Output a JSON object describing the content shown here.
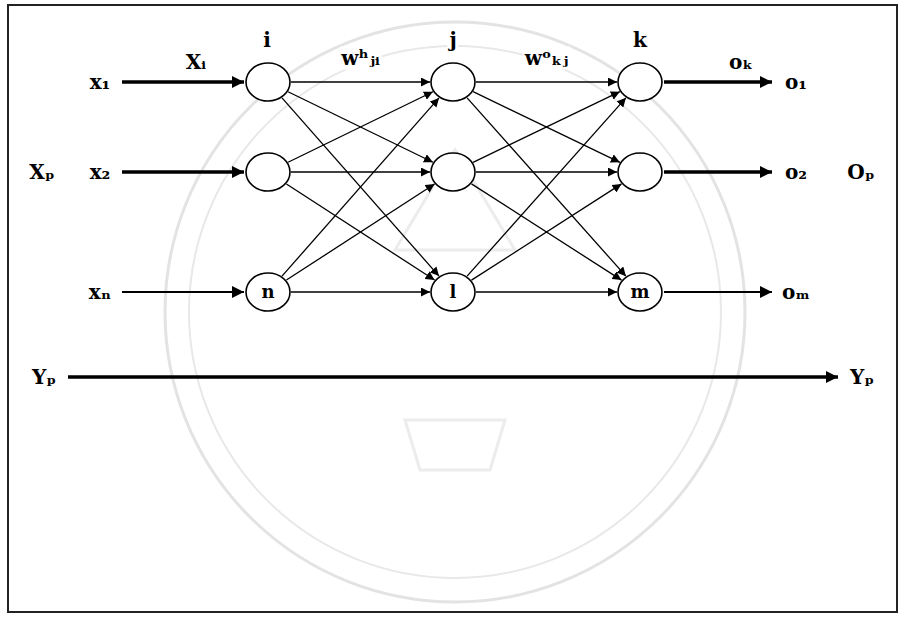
{
  "diagram": {
    "nodes": [
      {
        "text": []
      },
      {
        "text": []
      },
      {
        "text": [
          "n"
        ]
      },
      {
        "text": []
      },
      {
        "text": []
      },
      {
        "text": [
          "l"
        ]
      },
      {
        "text": []
      },
      {
        "text": []
      },
      {
        "text": [
          "m"
        ]
      }
    ],
    "edges": [
      {
        "from": 0,
        "to": 3,
        "arrow": "to",
        "label": "wʰⱼᵢ"
      },
      {
        "from": 0,
        "to": 4,
        "arrow": "to"
      },
      {
        "from": 0,
        "to": 5,
        "arrow": "to"
      },
      {
        "from": 1,
        "to": 3,
        "arrow": "to"
      },
      {
        "from": 1,
        "to": 4,
        "arrow": "to"
      },
      {
        "from": 1,
        "to": 5,
        "arrow": "to"
      },
      {
        "from": 2,
        "to": 3,
        "arrow": "to"
      },
      {
        "from": 2,
        "to": 4,
        "arrow": "to"
      },
      {
        "from": 2,
        "to": 5,
        "arrow": "to"
      },
      {
        "from": 3,
        "to": 6,
        "arrow": "to",
        "label": "wᵒₖⱼ"
      },
      {
        "from": 3,
        "to": 7,
        "arrow": "to"
      },
      {
        "from": 3,
        "to": 8,
        "arrow": "to"
      },
      {
        "from": 4,
        "to": 6,
        "arrow": "to"
      },
      {
        "from": 4,
        "to": 7,
        "arrow": "to"
      },
      {
        "from": 4,
        "to": 8,
        "arrow": "to"
      },
      {
        "from": 5,
        "to": 6,
        "arrow": "to"
      },
      {
        "from": 5,
        "to": 7,
        "arrow": "to"
      },
      {
        "from": 5,
        "to": 8,
        "arrow": "to"
      }
    ],
    "labels": [
      "i",
      "j",
      "k",
      "Xᵢ",
      "oₖ",
      "x₁",
      "o₁",
      "Xₚ",
      "x₂",
      "o₂",
      "Oₚ",
      "xₙ",
      "oₘ",
      "Yₚ",
      "Yₚ"
    ]
  }
}
